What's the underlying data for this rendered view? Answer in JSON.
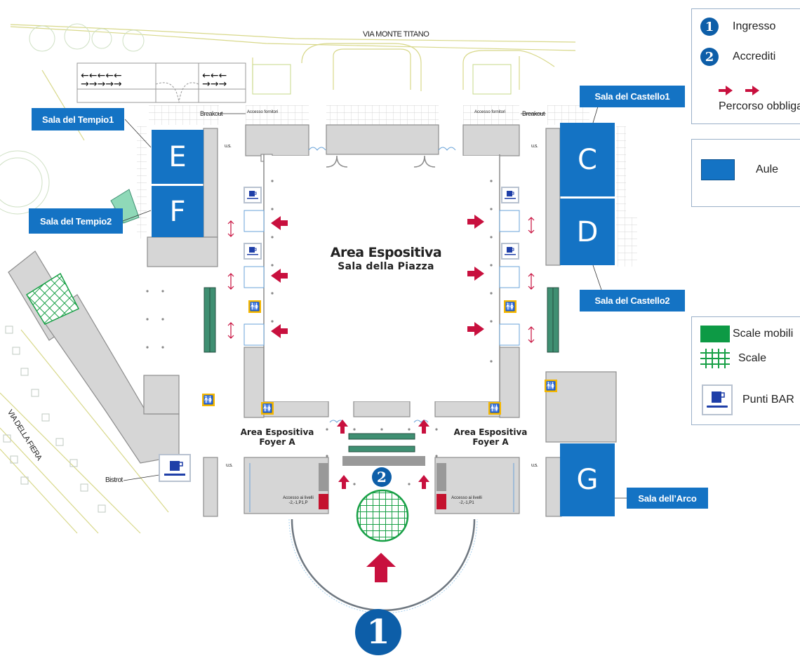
{
  "map": {
    "streets": {
      "north": "VIA MONTE TITANO",
      "west": "VIA DELLA FIERA"
    },
    "main_area": {
      "title": "Area Espositiva",
      "subtitle": "Sala della Piazza"
    },
    "foyers": [
      {
        "title": "Area Espositiva",
        "subtitle": "Foyer A"
      },
      {
        "title": "Area Espositiva",
        "subtitle": "Foyer A"
      }
    ],
    "rooms": [
      {
        "letter": "E",
        "name": "Sala del Tempio1"
      },
      {
        "letter": "F",
        "name": "Sala del Tempio2"
      },
      {
        "letter": "C",
        "name": "Sala del Castello1"
      },
      {
        "letter": "D",
        "name": "Sala del Castello2"
      },
      {
        "letter": "G",
        "name": "Sala dell’Arco"
      }
    ],
    "labels": {
      "breakout_left": "Breakout",
      "breakout_right": "Breakout",
      "accesso_fornitori_left": "Accesso fornitori",
      "accesso_fornitori_right": "Accesso fornitori",
      "us": "u.s.",
      "bistrot": "Bistrot",
      "accesso_livelli_left": "Accesso ai livelli -2,-1,P1,P",
      "accesso_livelli_right": "Accesso ai livelli -2,-1,P1"
    },
    "markers": {
      "entrance": "1",
      "accreditation": "2"
    },
    "colors": {
      "room_blue": "#1473c4",
      "marker_blue": "#0d5ea8",
      "route_red": "#c8103e",
      "escalator_green": "#3f8f72",
      "stairs_green": "#18a046",
      "wc_yellow": "#f5b700",
      "building_gray": "#d6d6d6"
    }
  },
  "legend": {
    "box1": {
      "items": [
        {
          "marker": "1",
          "label": "Ingresso"
        },
        {
          "marker": "2",
          "label": "Accrediti"
        }
      ],
      "route_label": "Percorso obbligatorio"
    },
    "box2": {
      "label": "Aule"
    },
    "box3": {
      "items": [
        {
          "icon": "escalator-swatch",
          "label": "Scale mobili"
        },
        {
          "icon": "stairs-grid",
          "label": "Scale"
        },
        {
          "icon": "coffee-cup",
          "label": "Punti BAR"
        }
      ]
    }
  }
}
